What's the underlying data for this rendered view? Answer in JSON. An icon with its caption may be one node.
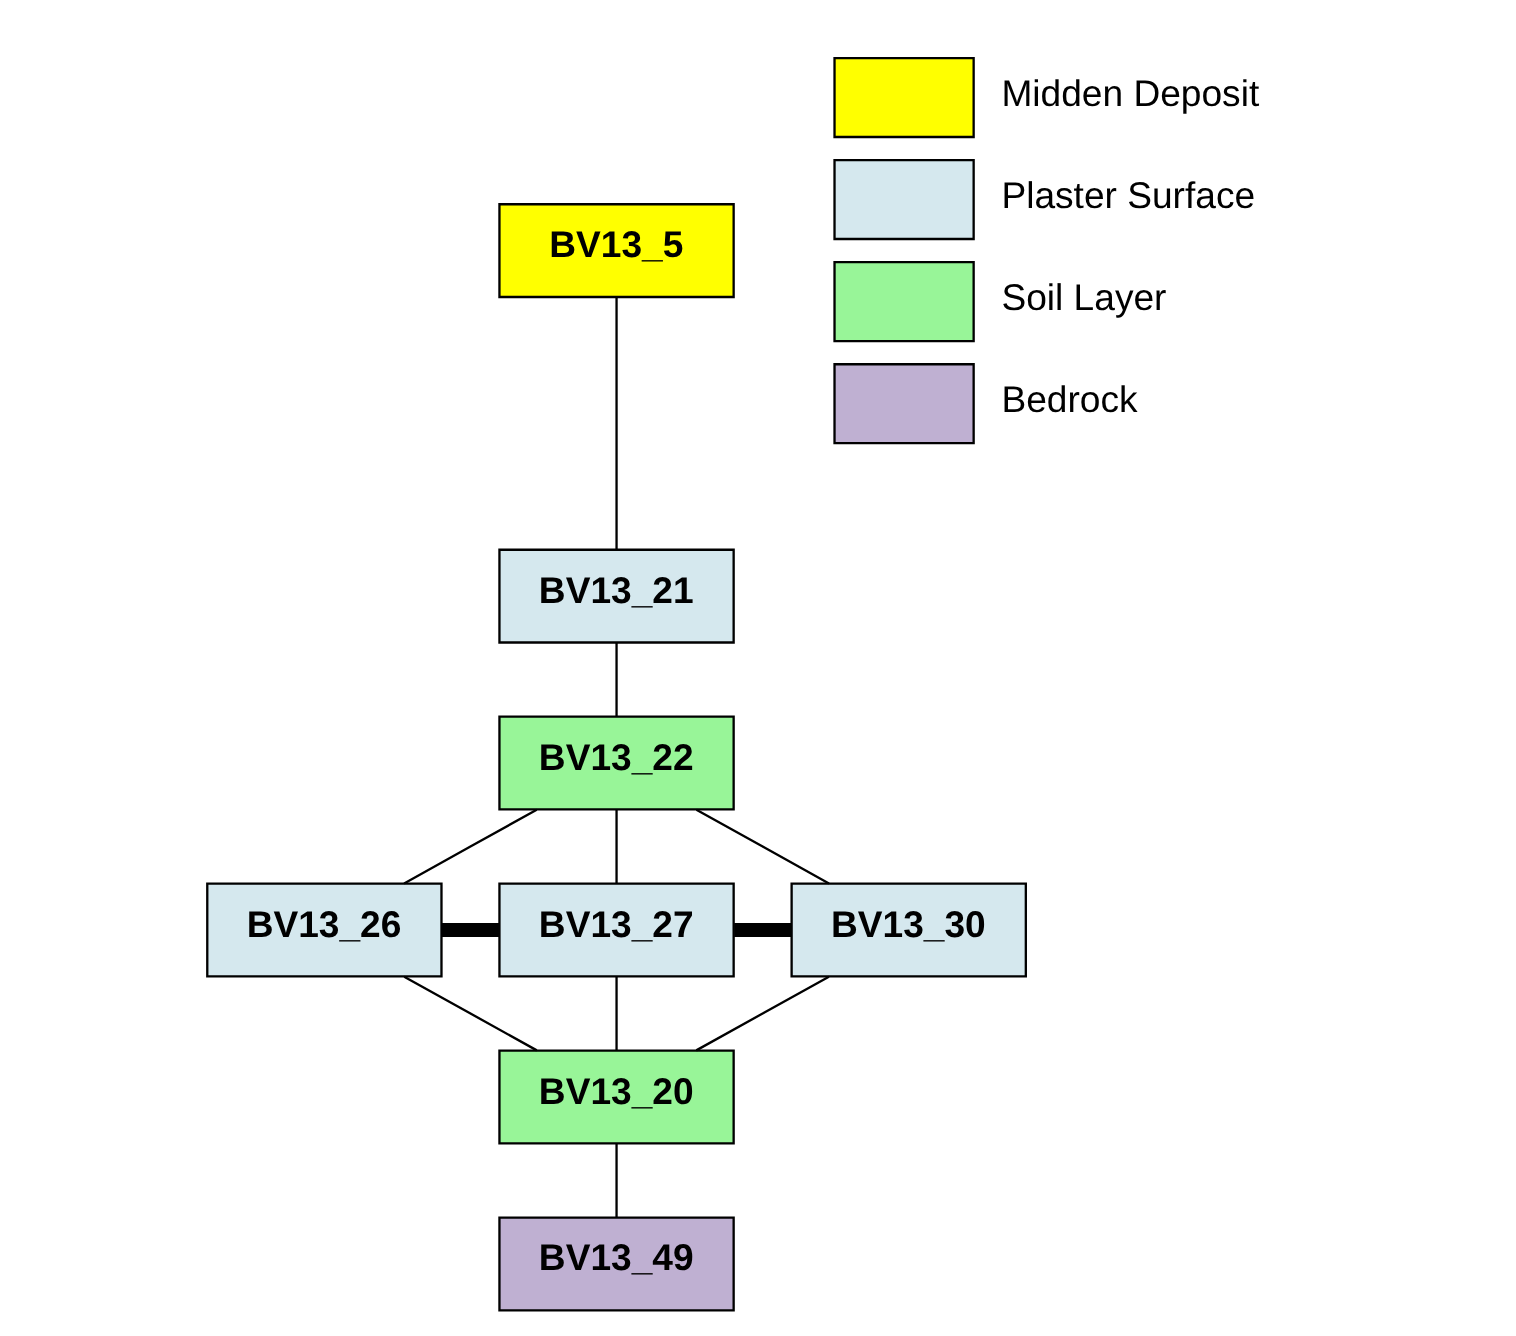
{
  "diagram": {
    "nodes": [
      {
        "text": [
          "BV13_5"
        ]
      },
      {
        "text": [
          "BV13_21"
        ]
      },
      {
        "text": [
          "BV13_22"
        ]
      },
      {
        "text": [
          "BV13_26"
        ]
      },
      {
        "text": [
          "BV13_27"
        ]
      },
      {
        "text": [
          "BV13_30"
        ]
      },
      {
        "text": [
          "BV13_20"
        ]
      },
      {
        "text": [
          "BV13_49"
        ]
      }
    ],
    "edges": [
      {
        "from": 0,
        "to": 1,
        "arrow": "none"
      },
      {
        "from": 1,
        "to": 2,
        "arrow": "none"
      },
      {
        "from": 2,
        "to": 3,
        "arrow": "none"
      },
      {
        "from": 2,
        "to": 4,
        "arrow": "none"
      },
      {
        "from": 2,
        "to": 5,
        "arrow": "none"
      },
      {
        "from": 3,
        "to": 4,
        "arrow": "none",
        "style": "thick"
      },
      {
        "from": 4,
        "to": 5,
        "arrow": "none",
        "style": "thick"
      },
      {
        "from": 3,
        "to": 6,
        "arrow": "none"
      },
      {
        "from": 4,
        "to": 6,
        "arrow": "none"
      },
      {
        "from": 5,
        "to": 6,
        "arrow": "none"
      },
      {
        "from": 6,
        "to": 7,
        "arrow": "none"
      }
    ],
    "legend": [
      {
        "text": "Midden Deposit",
        "color": "#ffff00"
      },
      {
        "text": "Plaster Surface",
        "color": "#d5e8ee"
      },
      {
        "text": "Soil Layer",
        "color": "#98f598"
      },
      {
        "text": "Bedrock",
        "color": "#bfb0d2"
      }
    ]
  }
}
